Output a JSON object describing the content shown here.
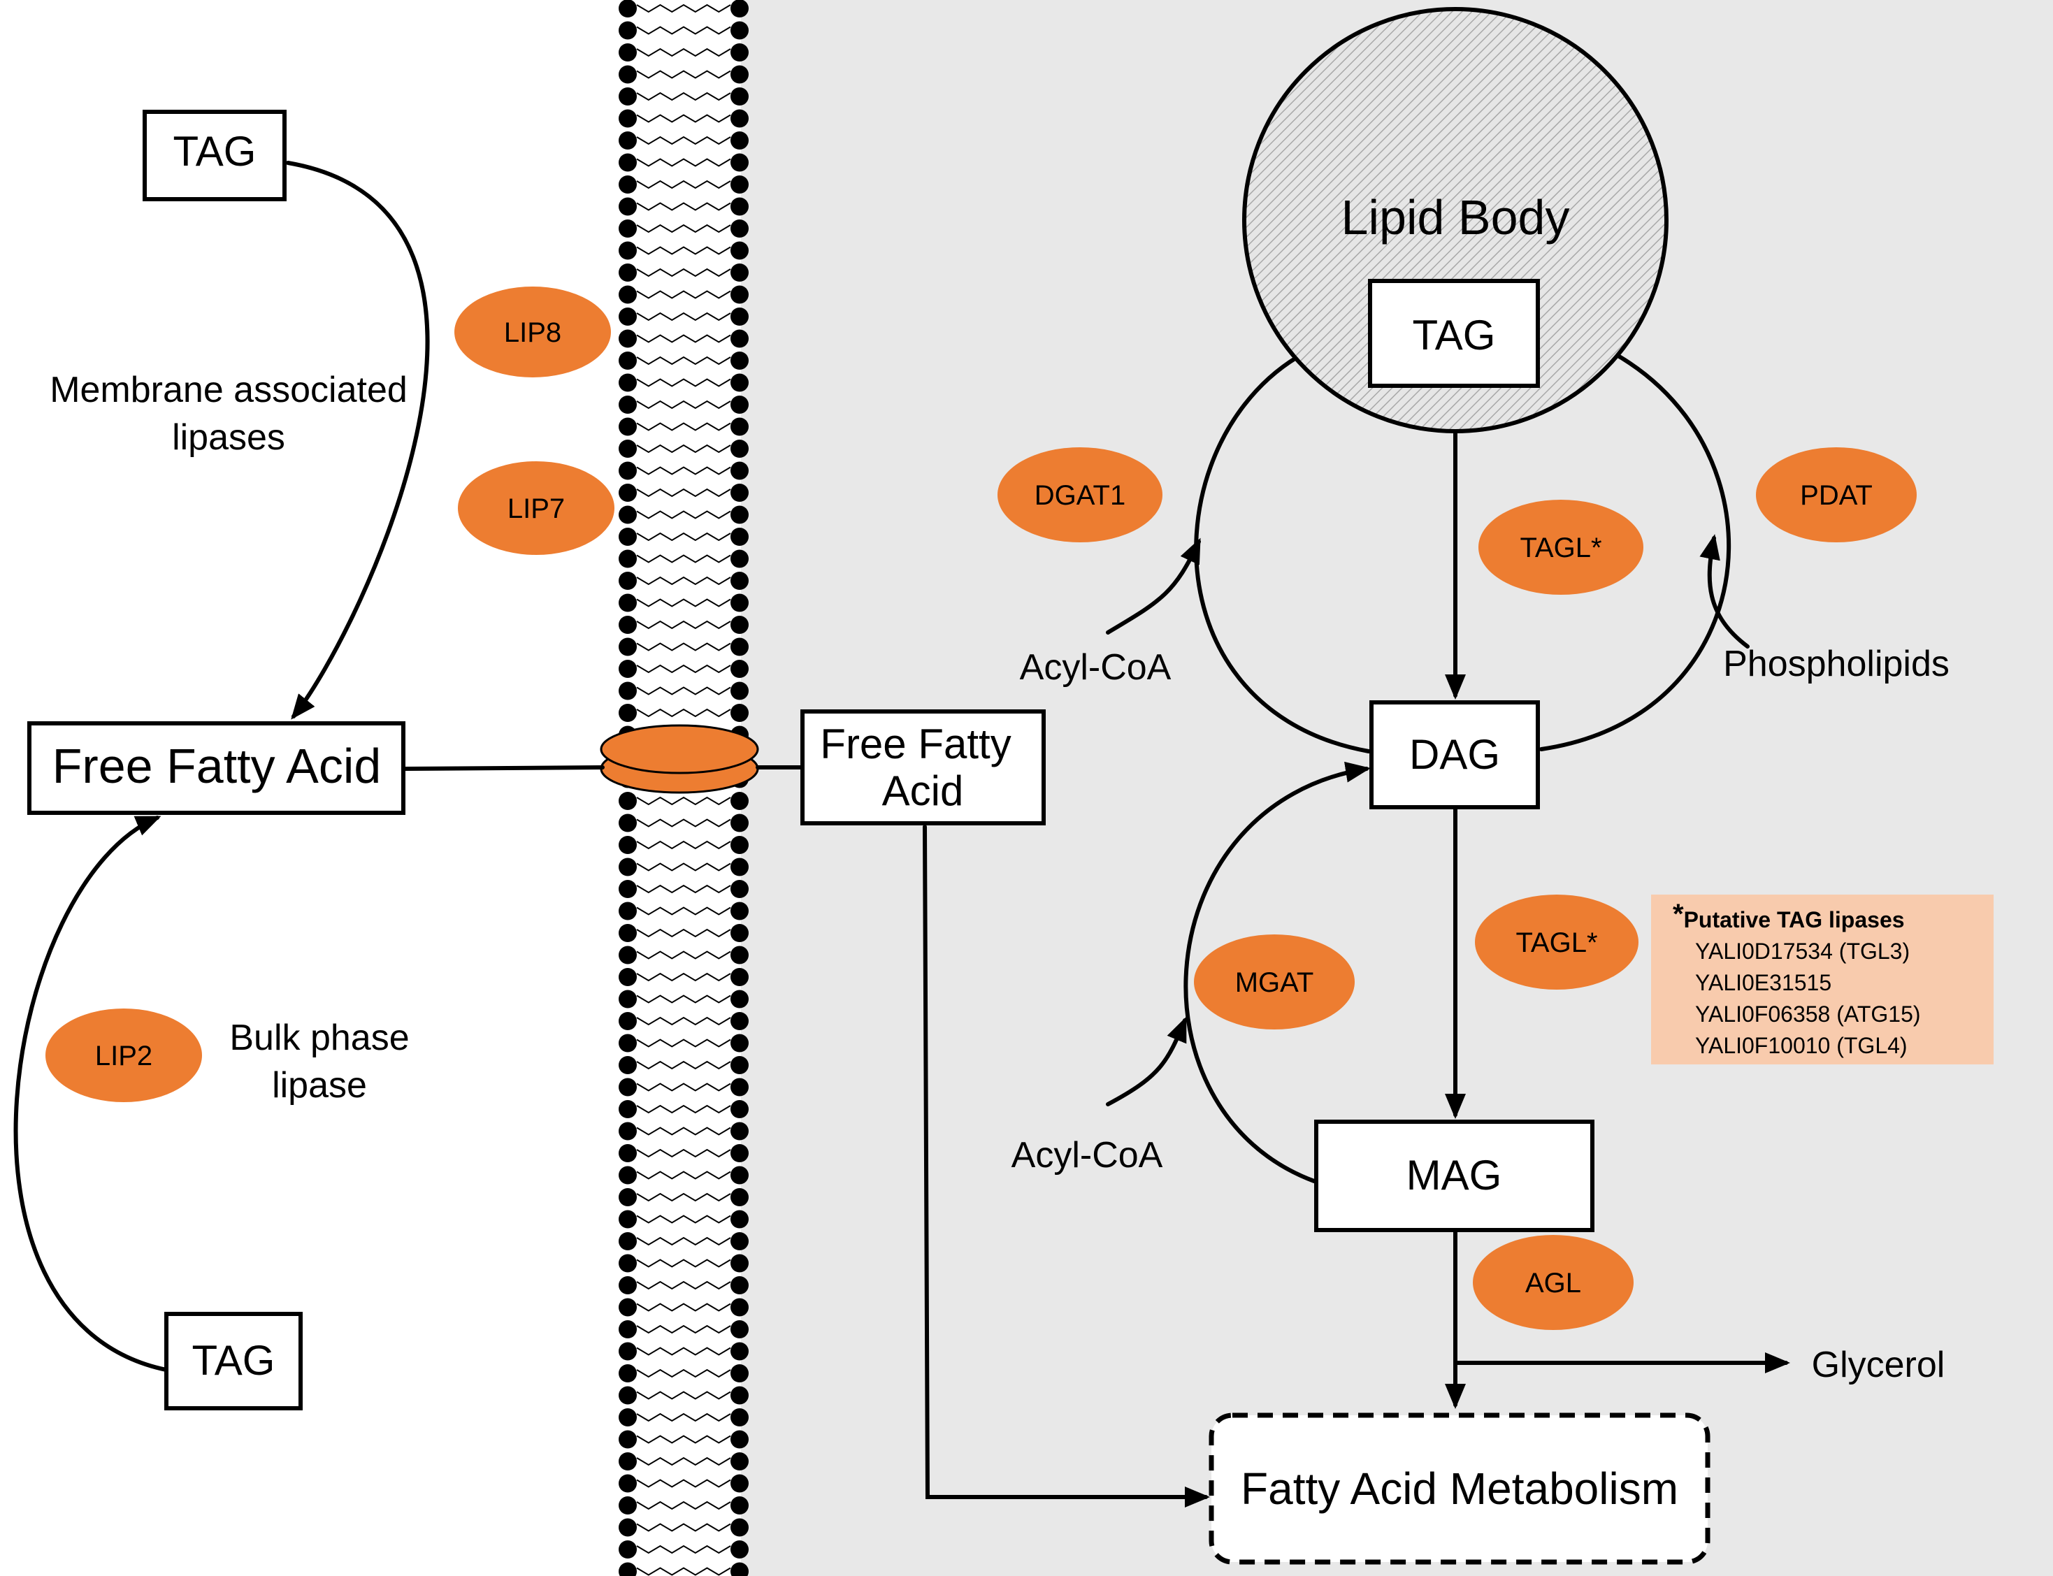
{
  "left": {
    "tag_top": "TAG",
    "tag_bottom": "TAG",
    "free_fatty_acid": "Free Fatty Acid",
    "membrane_assoc_line1": "Membrane associated",
    "membrane_assoc_line2": "lipases",
    "bulk_line1": "Bulk phase",
    "bulk_line2": "lipase",
    "enzymes": {
      "lip8": "LIP8",
      "lip7": "LIP7",
      "lip2": "LIP2"
    }
  },
  "right": {
    "lipid_body": "Lipid Body",
    "tag": "TAG",
    "dag": "DAG",
    "mag": "MAG",
    "free_fatty_acid_line1": "Free Fatty",
    "free_fatty_acid_line2": "Acid",
    "acyl_coa_upper": "Acyl-CoA",
    "acyl_coa_lower": "Acyl-CoA",
    "phospholipids": "Phospholipids",
    "glycerol": "Glycerol",
    "fatty_acid_metabolism": "Fatty Acid Metabolism",
    "enzymes": {
      "dgat1": "DGAT1",
      "pdat": "PDAT",
      "tagl_upper": "TAGL*",
      "tagl_lower": "TAGL*",
      "mgat": "MGAT",
      "agl": "AGL"
    }
  },
  "note": {
    "star": "*",
    "title": "Putative TAG lipases",
    "items": [
      "YALI0D17534  (TGL3)",
      "YALI0E31515",
      "YALI0F06358 (ATG15)",
      "YALI0F10010 (TGL4)"
    ]
  },
  "colors": {
    "enzyme_fill": "#ED7D31",
    "cell_background": "#E8E8E8",
    "note_fill": "#F8CBAD",
    "line": "#000000"
  }
}
